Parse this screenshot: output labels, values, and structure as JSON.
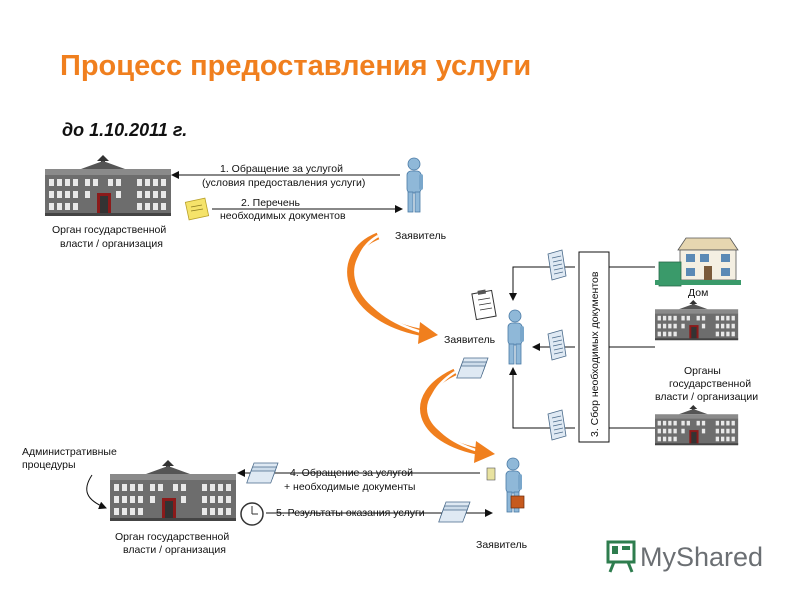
{
  "title": "Процесс предоставления услуги",
  "subtitle": "до 1.10.2011 г.",
  "labels": {
    "organ_top_1": "Орган государственной",
    "organ_top_2": "власти / организация",
    "applicant_1": "Заявитель",
    "applicant_2": "Заявитель",
    "applicant_3": "Заявитель",
    "home": "Дом",
    "organs_1": "Органы",
    "organs_2": "государственной",
    "organs_3": "власти / организации",
    "admin_1": "Административные",
    "admin_2": "процедуры",
    "organ_bottom_1": "Орган государственной",
    "organ_bottom_2": "власти / организация"
  },
  "steps": {
    "s1_line1": "1. Обращение за услугой",
    "s1_line2": "(условия предоставления услуги)",
    "s2_line1": "2. Перечень",
    "s2_line2": "необходимых документов",
    "s3": "3. Сбор необходимых документов",
    "s4_line1": "4. Обращение за услугой",
    "s4_line2": "+ необходимые документы",
    "s5": "5. Результаты оказания услуги"
  },
  "watermark": "MyShared",
  "colors": {
    "accent": "#f07f1e",
    "person": "#8fb8d8",
    "building": "#6d6d6d",
    "document": "#c9daea"
  }
}
